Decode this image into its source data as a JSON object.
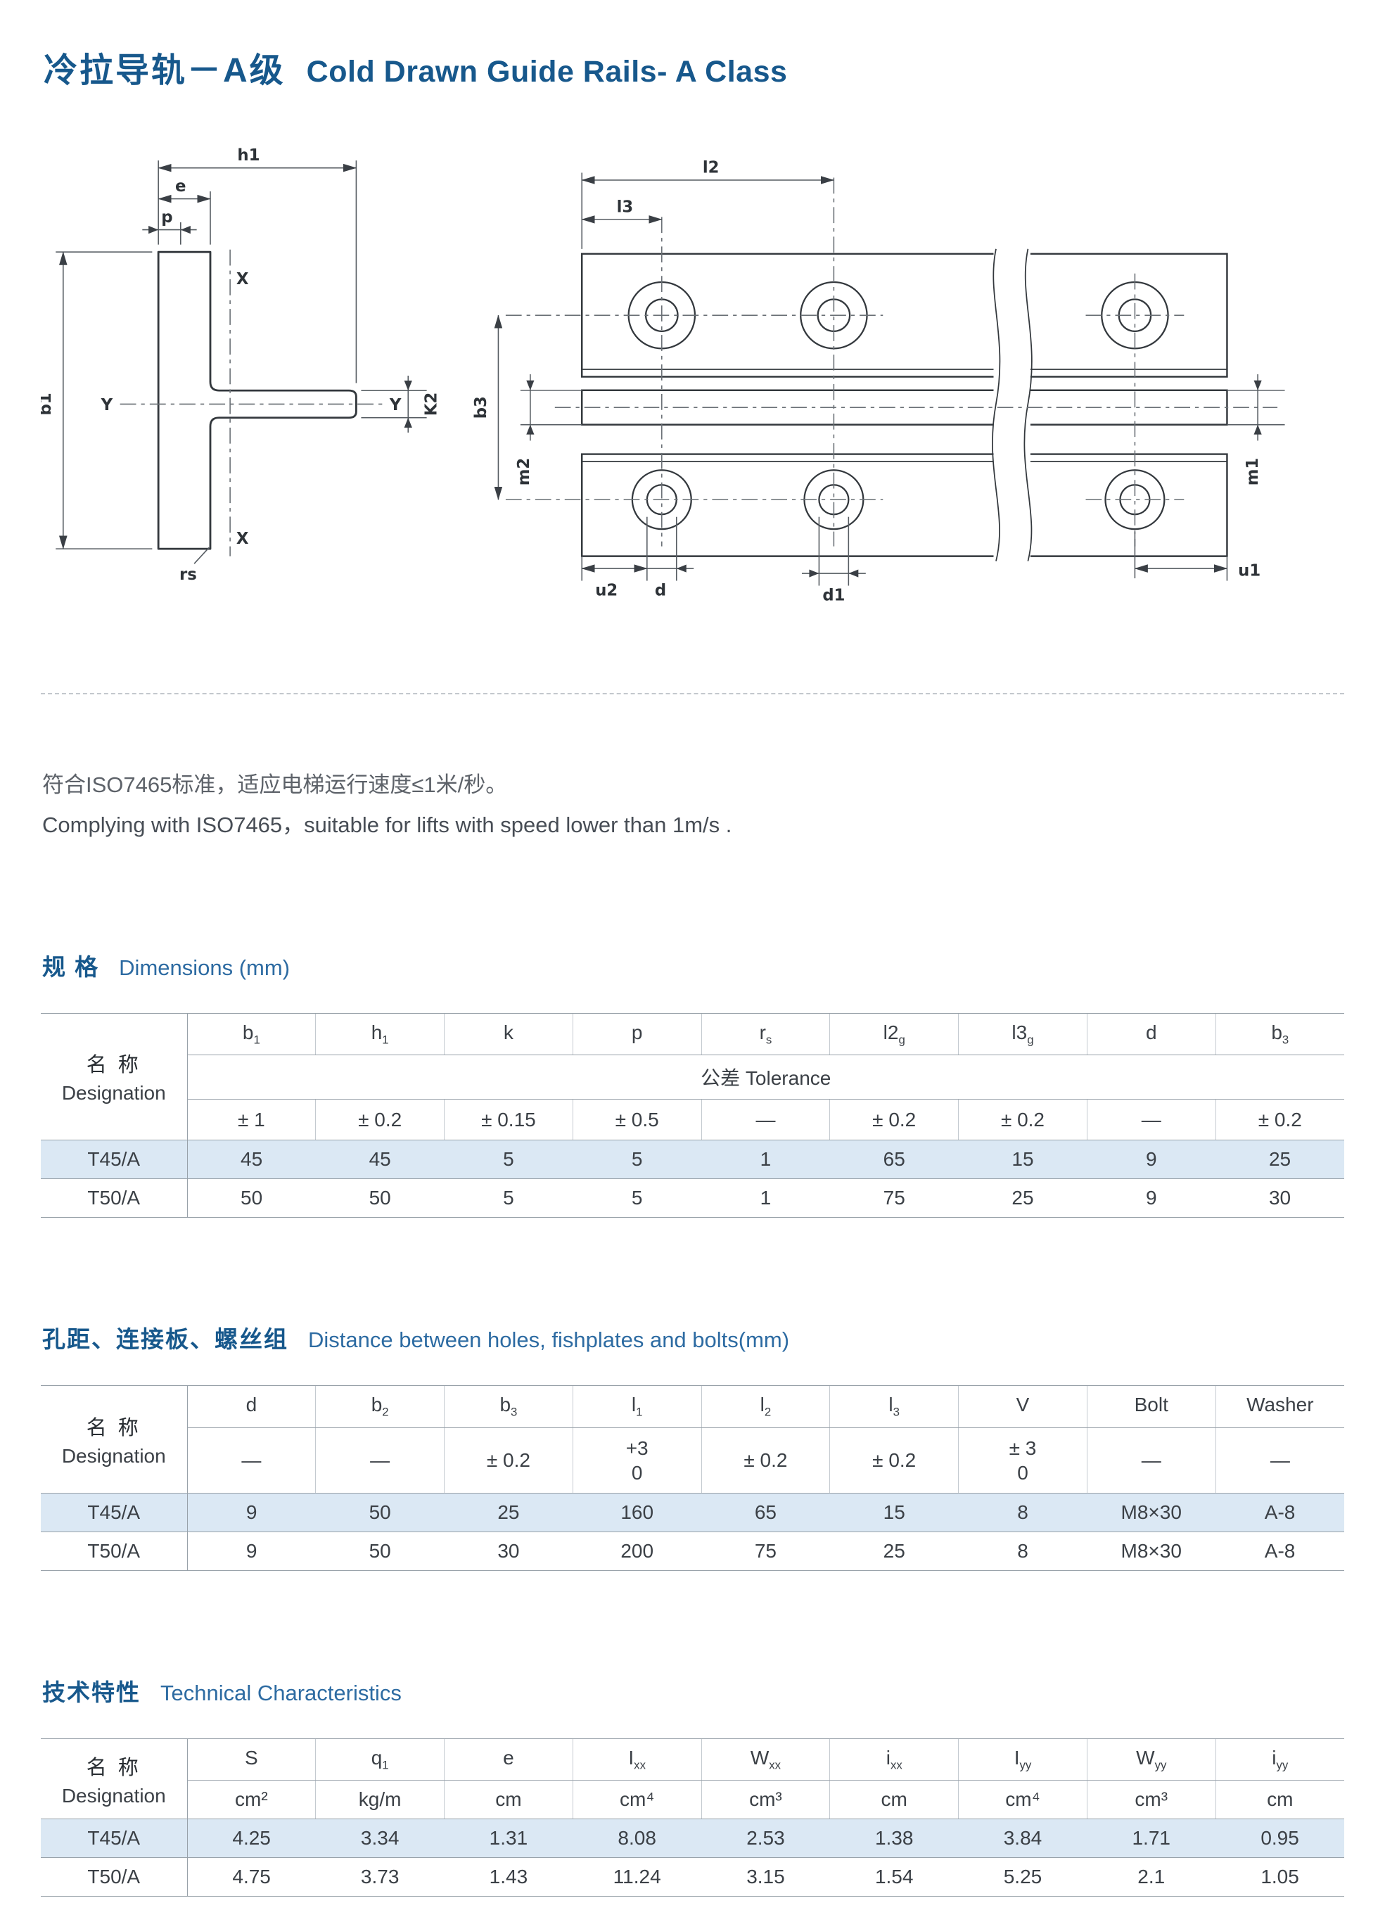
{
  "page": {
    "title_zh": "冷拉导轨－A级",
    "title_en": "Cold Drawn Guide Rails- A Class"
  },
  "colors": {
    "accent": "#17588c",
    "row_highlight": "#dbe8f4"
  },
  "intro": {
    "zh": "符合ISO7465标准，适应电梯运行速度≤1米/秒。",
    "en": "Complying with ISO7465，suitable for lifts with speed lower than 1m/s ."
  },
  "drawing": {
    "left_labels": {
      "h1": "h1",
      "e": "e",
      "p": "p",
      "x": "X",
      "y": "Y",
      "k2": "K2",
      "b1": "b1",
      "rs": "rs"
    },
    "right_labels": {
      "l2": "l2",
      "l3": "l3",
      "b3": "b3",
      "m2": "m2",
      "u2": "u2",
      "d": "d",
      "d1": "d1",
      "m1": "m1",
      "u1": "u1"
    }
  },
  "dimensions_table": {
    "heading_zh": "规 格",
    "heading_en": "Dimensions (mm)",
    "designation_zh": "名 称",
    "designation_en": "Designation",
    "tolerance_label": "公差 Tolerance",
    "columns": [
      {
        "b": "b",
        "s": "1"
      },
      {
        "b": "h",
        "s": "1"
      },
      {
        "b": "k",
        "s": ""
      },
      {
        "b": "p",
        "s": ""
      },
      {
        "b": "r",
        "s": "s"
      },
      {
        "b": "l2",
        "s": "g"
      },
      {
        "b": "l3",
        "s": "g"
      },
      {
        "b": "d",
        "s": ""
      },
      {
        "b": "b",
        "s": "3"
      }
    ],
    "tolerances": [
      "± 1",
      "± 0.2",
      "± 0.15",
      "± 0.5",
      "—",
      "± 0.2",
      "± 0.2",
      "—",
      "± 0.2"
    ],
    "rows": [
      {
        "name": "T45/A",
        "values": [
          "45",
          "45",
          "5",
          "5",
          "1",
          "65",
          "15",
          "9",
          "25"
        ]
      },
      {
        "name": "T50/A",
        "values": [
          "50",
          "50",
          "5",
          "5",
          "1",
          "75",
          "25",
          "9",
          "30"
        ]
      }
    ]
  },
  "holes_table": {
    "heading_zh": "孔距、连接板、螺丝组",
    "heading_en": "Distance between holes, fishplates and bolts(mm)",
    "designation_zh": "名 称",
    "designation_en": "Designation",
    "columns": [
      {
        "b": "d",
        "s": ""
      },
      {
        "b": "b",
        "s": "2"
      },
      {
        "b": "b",
        "s": "3"
      },
      {
        "b": "l",
        "s": "1"
      },
      {
        "b": "l",
        "s": "2"
      },
      {
        "b": "l",
        "s": "3"
      },
      {
        "b": "V",
        "s": ""
      },
      {
        "b": "Bolt",
        "s": ""
      },
      {
        "b": "Washer",
        "s": ""
      }
    ],
    "tolerances": [
      "—",
      "—",
      "± 0.2",
      "+3\n0",
      "± 0.2",
      "± 0.2",
      "± 3\n0",
      "—",
      "—"
    ],
    "rows": [
      {
        "name": "T45/A",
        "values": [
          "9",
          "50",
          "25",
          "160",
          "65",
          "15",
          "8",
          "M8×30",
          "A-8"
        ]
      },
      {
        "name": "T50/A",
        "values": [
          "9",
          "50",
          "30",
          "200",
          "75",
          "25",
          "8",
          "M8×30",
          "A-8"
        ]
      }
    ]
  },
  "tech_table": {
    "heading_zh": "技术特性",
    "heading_en": "Technical Characteristics",
    "designation_zh": "名 称",
    "designation_en": "Designation",
    "columns": [
      {
        "b": "S",
        "s": ""
      },
      {
        "b": "q",
        "s": "1"
      },
      {
        "b": "e",
        "s": ""
      },
      {
        "b": "I",
        "s": "xx"
      },
      {
        "b": "W",
        "s": "xx"
      },
      {
        "b": "i",
        "s": "xx"
      },
      {
        "b": "I",
        "s": "yy"
      },
      {
        "b": "W",
        "s": "yy"
      },
      {
        "b": "i",
        "s": "yy"
      }
    ],
    "units": [
      "cm²",
      "kg/m",
      "cm",
      "cm⁴",
      "cm³",
      "cm",
      "cm⁴",
      "cm³",
      "cm"
    ],
    "rows": [
      {
        "name": "T45/A",
        "values": [
          "4.25",
          "3.34",
          "1.31",
          "8.08",
          "2.53",
          "1.38",
          "3.84",
          "1.71",
          "0.95"
        ]
      },
      {
        "name": "T50/A",
        "values": [
          "4.75",
          "3.73",
          "1.43",
          "11.24",
          "3.15",
          "1.54",
          "5.25",
          "2.1",
          "1.05"
        ]
      }
    ]
  }
}
